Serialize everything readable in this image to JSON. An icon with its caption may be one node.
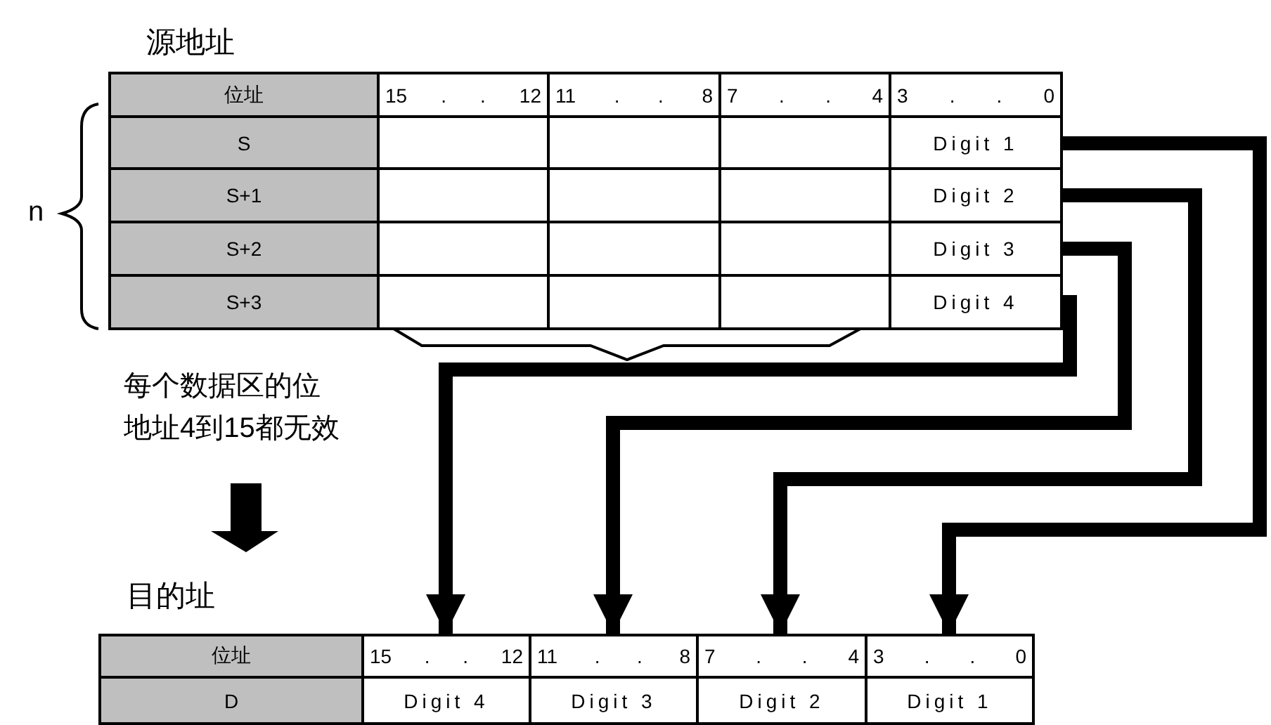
{
  "diagram": {
    "nodes": [
      {
        "text": [
          "位址"
        ]
      },
      {
        "text": [
          "15 . . 12"
        ]
      },
      {
        "text": [
          "11 . . 8"
        ]
      },
      {
        "text": [
          "7 . . 4"
        ]
      },
      {
        "text": [
          "3 . . 0"
        ]
      },
      {
        "text": [
          "S"
        ]
      },
      {
        "text": [
          "Digit 1"
        ]
      },
      {
        "text": [
          "S+1"
        ]
      },
      {
        "text": [
          "Digit 2"
        ]
      },
      {
        "text": [
          "S+2"
        ]
      },
      {
        "text": [
          "Digit 3"
        ]
      },
      {
        "text": [
          "S+3"
        ]
      },
      {
        "text": [
          "Digit 4"
        ]
      },
      {
        "text": [
          "位址"
        ]
      },
      {
        "text": [
          "15 . . 12"
        ]
      },
      {
        "text": [
          "11 . . 8"
        ]
      },
      {
        "text": [
          "7 . . 4"
        ]
      },
      {
        "text": [
          "3 . . 0"
        ]
      },
      {
        "text": [
          "D"
        ]
      },
      {
        "text": [
          "Digit 4"
        ]
      },
      {
        "text": [
          "Digit 3"
        ]
      },
      {
        "text": [
          "Digit 2"
        ]
      },
      {
        "text": [
          "Digit 1"
        ]
      }
    ],
    "edges": [
      {
        "from": 6,
        "to": 17,
        "arrow": "to"
      },
      {
        "from": 8,
        "to": 16,
        "arrow": "to"
      },
      {
        "from": 10,
        "to": 15,
        "arrow": "to"
      },
      {
        "from": 12,
        "to": 14,
        "arrow": "to"
      }
    ],
    "labels": [
      "源地址",
      "n",
      "每个数据区的位地址4到15都无效",
      "目的址"
    ]
  }
}
